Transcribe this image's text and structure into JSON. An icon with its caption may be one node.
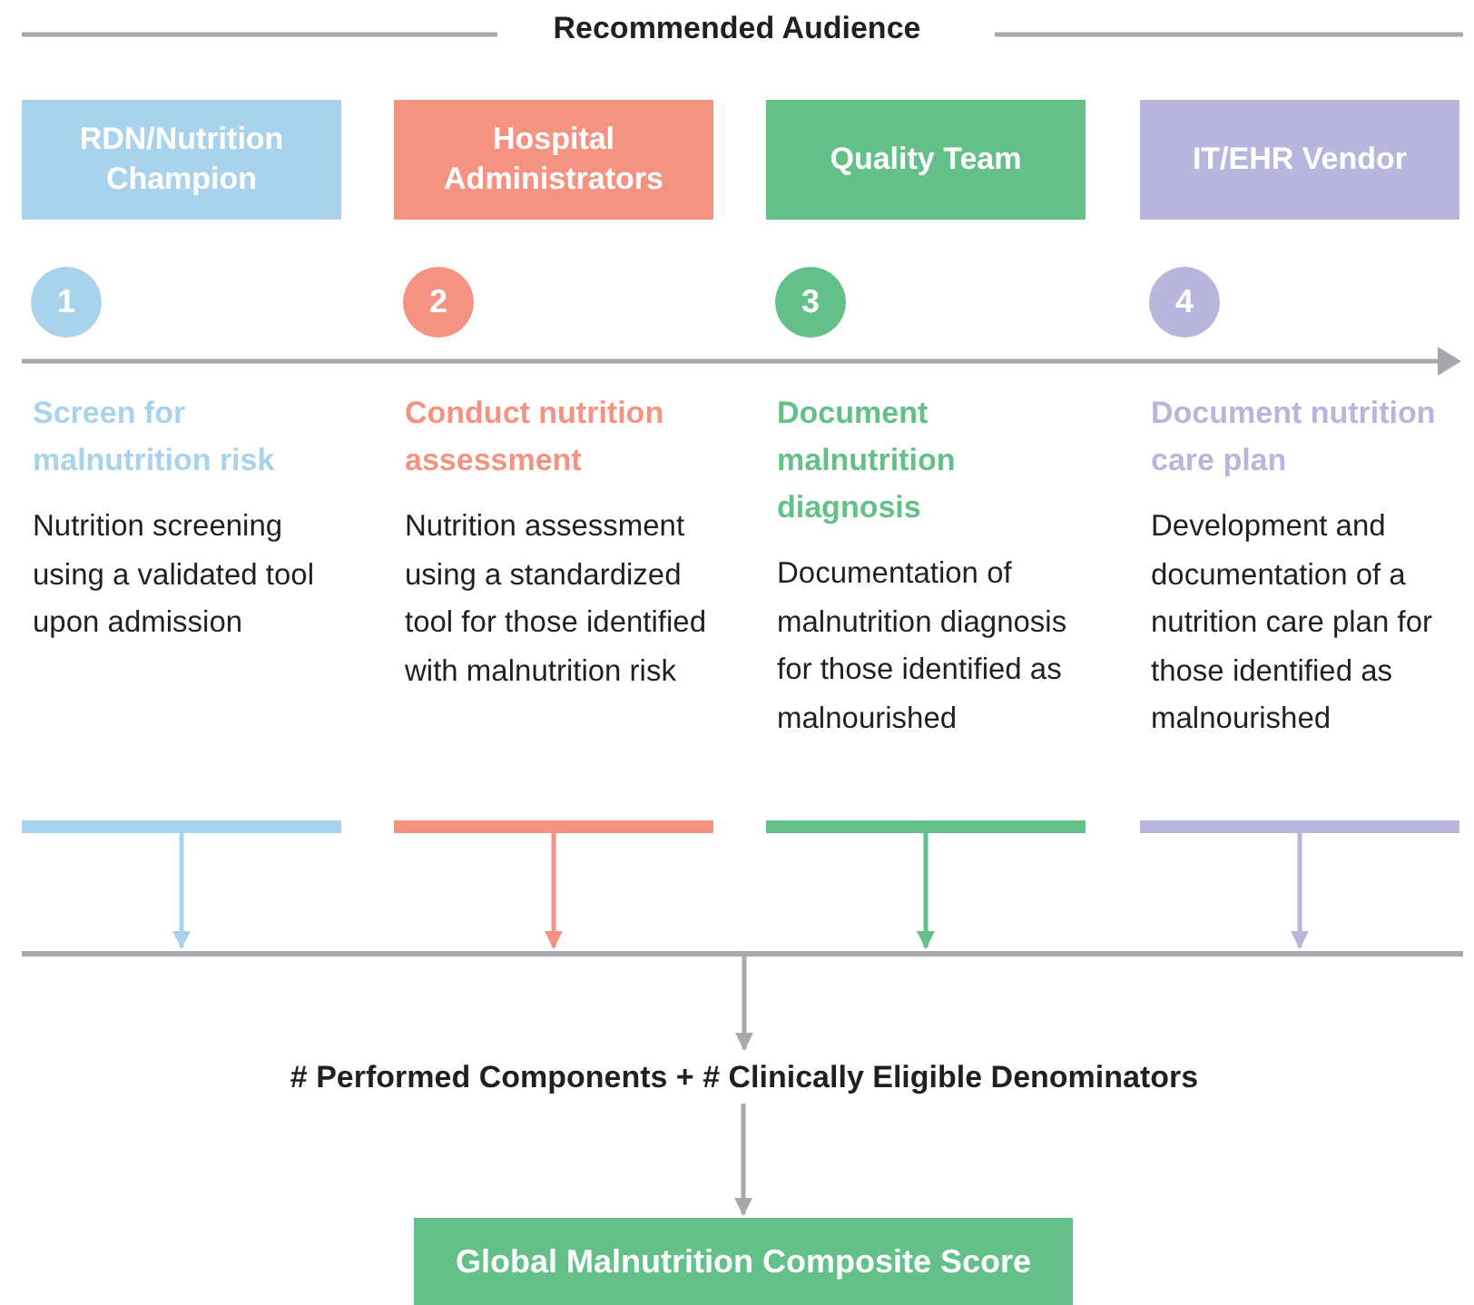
{
  "diagram": {
    "title": "Recommended Audience",
    "nodes": [
      {
        "text": [
          "RDN/Nutrition Champion"
        ]
      },
      {
        "text": [
          "Hospital Administrators"
        ]
      },
      {
        "text": [
          "Quality Team"
        ]
      },
      {
        "text": [
          "IT/EHR Vendor"
        ]
      },
      {
        "text": [
          "1"
        ]
      },
      {
        "text": [
          "2"
        ]
      },
      {
        "text": [
          "3"
        ]
      },
      {
        "text": [
          "4"
        ]
      },
      {
        "text": [
          "Screen for malnutrition risk",
          "Nutrition screening using a validated tool upon admission"
        ]
      },
      {
        "text": [
          "Conduct nutrition assessment",
          "Nutrition assessment using a standardized tool for those identified with malnutrition risk"
        ]
      },
      {
        "text": [
          "Document malnutrition diagnosis",
          "Documentation of malnutrition diagnosis for those identified as malnourished"
        ]
      },
      {
        "text": [
          "Document nutrition care plan",
          "Development and documentation of a nutrition care plan for those identified as malnourished"
        ]
      },
      {
        "text": [],
        "shape": "bar"
      },
      {
        "text": [],
        "shape": "bar"
      },
      {
        "text": [],
        "shape": "bar"
      },
      {
        "text": [],
        "shape": "bar"
      },
      {
        "text": [],
        "shape": "bar"
      },
      {
        "text": [
          "# Performed Components + # Clinically Eligible Denominators"
        ]
      },
      {
        "text": [
          "Global Malnutrition Composite Score"
        ]
      }
    ],
    "edges": [
      {
        "from": 12,
        "to": 16,
        "arrow": "to",
        "color": "#a9d3ec"
      },
      {
        "from": 13,
        "to": 16,
        "arrow": "to",
        "color": "#f59382"
      },
      {
        "from": 14,
        "to": 16,
        "arrow": "to",
        "color": "#63c088"
      },
      {
        "from": 15,
        "to": 16,
        "arrow": "to",
        "color": "#b8b6dc"
      },
      {
        "from": 16,
        "to": 17,
        "arrow": "to"
      },
      {
        "from": 17,
        "to": 18,
        "arrow": "to"
      }
    ]
  }
}
